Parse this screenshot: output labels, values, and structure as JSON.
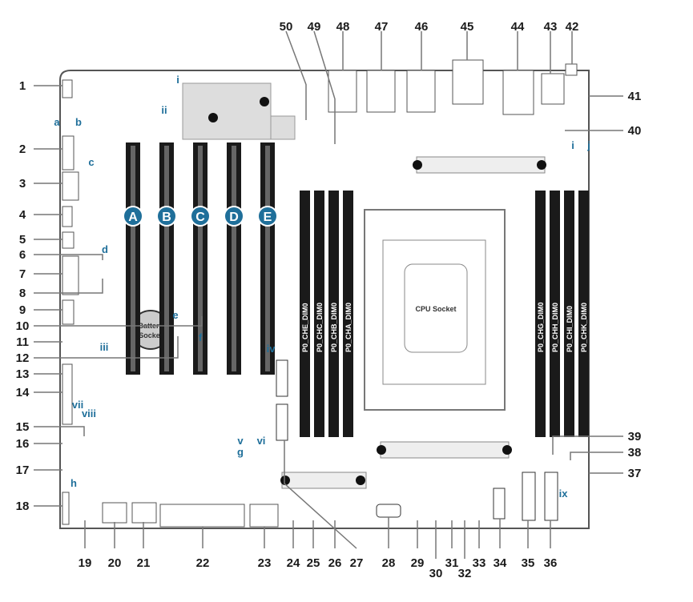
{
  "callouts": [
    "1",
    "2",
    "3",
    "4",
    "5",
    "6",
    "7",
    "8",
    "9",
    "10",
    "11",
    "12",
    "13",
    "14",
    "15",
    "16",
    "17",
    "18",
    "19",
    "20",
    "21",
    "22",
    "23",
    "24",
    "25",
    "26",
    "27",
    "28",
    "29",
    "30",
    "31",
    "32",
    "33",
    "34",
    "35",
    "36",
    "37",
    "38",
    "39",
    "40",
    "41",
    "42",
    "43",
    "44",
    "45",
    "46",
    "47",
    "48",
    "49",
    "50"
  ],
  "letters": [
    "i",
    "ii",
    "a",
    "b",
    "c",
    "d",
    "e",
    "f",
    "iii",
    "iv",
    "v",
    "vi",
    "g",
    "vii",
    "viii",
    "h",
    "i",
    "j",
    "ix"
  ],
  "pcie_slots": [
    "A",
    "B",
    "C",
    "D",
    "E"
  ],
  "dimms_left": [
    "P0_CHE_DIM0",
    "P0_CHC_DIM0",
    "P0_CHB_DIM0",
    "P0_CHA_DIM0"
  ],
  "dimms_right": [
    "P0_CHG_DIM0",
    "P0_CHH_DIM0",
    "P0_CHI_DIM0",
    "P0_CHK_DIM0"
  ],
  "cpu_label": "CPU Socket",
  "battery_label_1": "Battery",
  "battery_label_2": "Socket",
  "colors": {
    "accent": "#1f6f9a",
    "board": "#ffffff",
    "outline": "#555555",
    "slot": "#1a1a1a"
  }
}
